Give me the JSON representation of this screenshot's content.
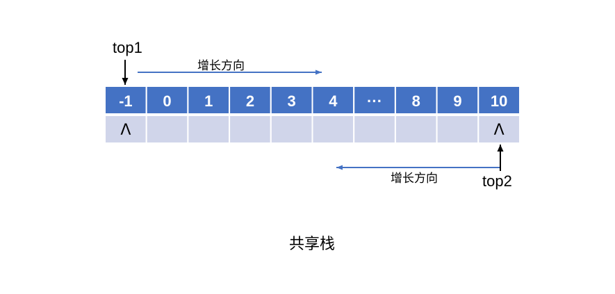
{
  "stack": {
    "indices": [
      "-1",
      "0",
      "1",
      "2",
      "3",
      "4",
      "···",
      "8",
      "9",
      "10"
    ],
    "values": [
      "Λ",
      "",
      "",
      "",
      "",
      "",
      "",
      "",
      "",
      "Λ"
    ]
  },
  "pointers": {
    "top1": "top1",
    "top2": "top2"
  },
  "directions": {
    "upper": "增长方向",
    "lower": "增长方向"
  },
  "caption": "共享栈",
  "colors": {
    "index_fill": "#4472c4",
    "value_fill": "#d0d5ea",
    "cell_border": "#ffffff",
    "arrow_blue": "#4472c4",
    "pointer_arrow": "#000000"
  }
}
